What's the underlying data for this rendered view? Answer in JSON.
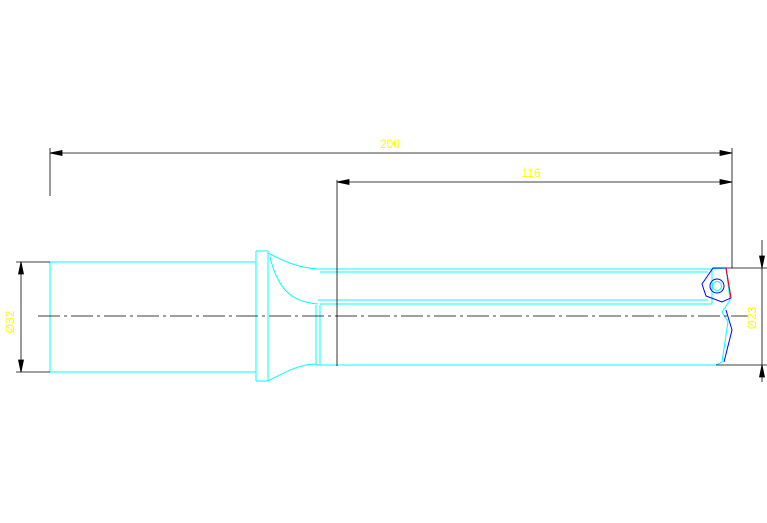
{
  "dimensions": {
    "overall_length": "200",
    "flute_length": "116",
    "shank_diameter": "Ø32",
    "cutting_diameter": "Ø23"
  },
  "colors": {
    "outline": "#00ffff",
    "dimension_line": "#000000",
    "dimension_text": "#ffff00",
    "centerline": "#000000",
    "insert": "#0000ff",
    "insert_edge": "#ff0000"
  }
}
